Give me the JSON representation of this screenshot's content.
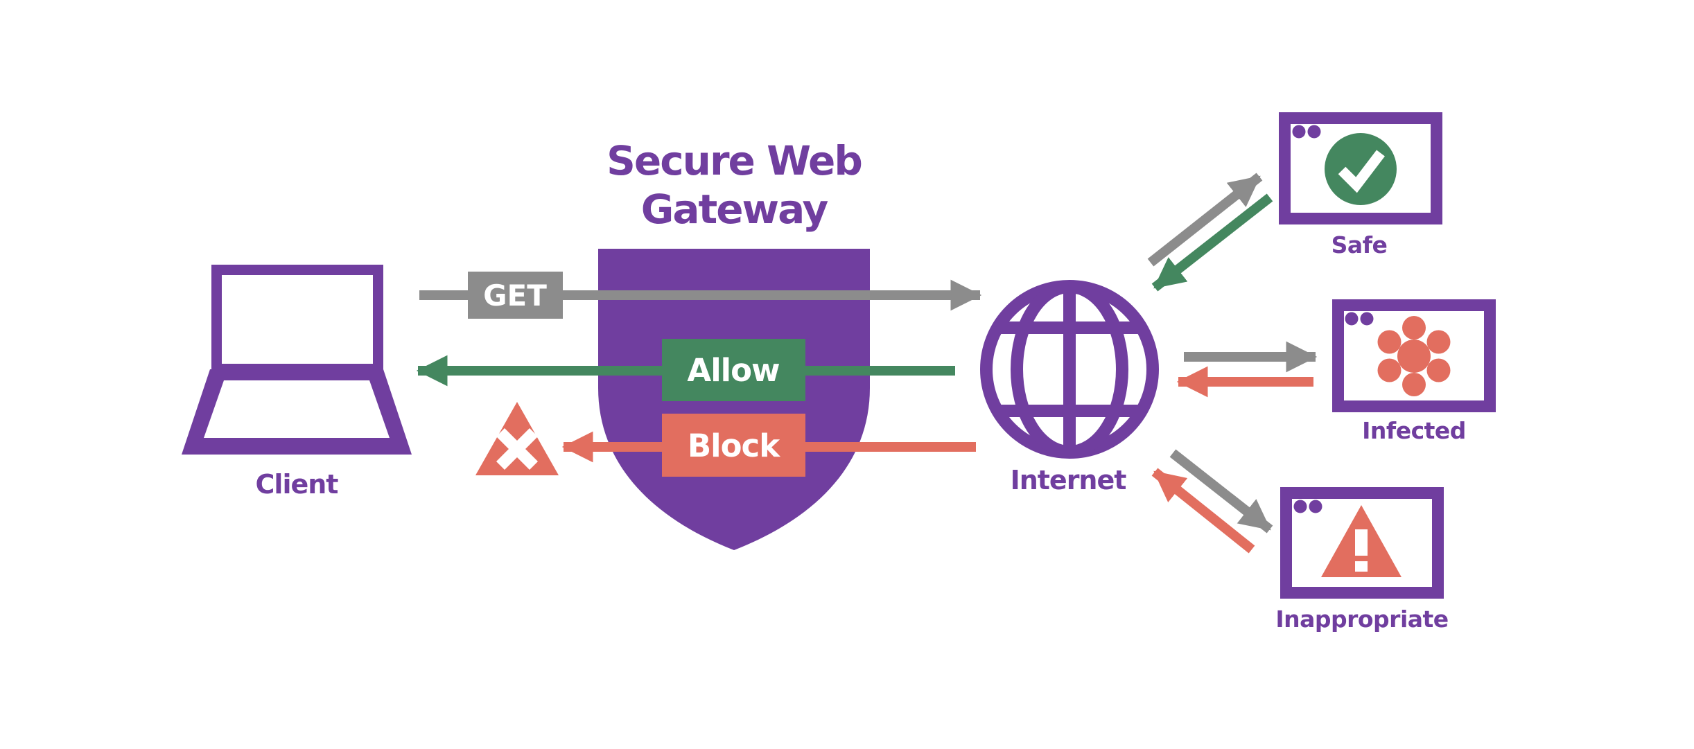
{
  "gateway": {
    "title_lines": [
      "Secure Web",
      "Gateway"
    ],
    "title": "Secure Web Gateway",
    "icon": "shield-icon",
    "request_label": "GET",
    "allow_label": "Allow",
    "block_label": "Block"
  },
  "client": {
    "label": "Client",
    "icon": "laptop-icon"
  },
  "internet": {
    "label": "Internet",
    "icon": "globe-icon"
  },
  "sites": [
    {
      "label": "Safe",
      "icon": "check-circle-icon",
      "status": "allowed",
      "accent": "#44875F"
    },
    {
      "label": "Infected",
      "icon": "virus-icon",
      "status": "blocked",
      "accent": "#E26E5F"
    },
    {
      "label": "Inappropriate",
      "icon": "warning-triangle-icon",
      "status": "blocked",
      "accent": "#E26E5F"
    }
  ],
  "arrows": [
    {
      "name": "get-request",
      "from": "client",
      "to": "internet",
      "color": "#8C8C8C"
    },
    {
      "name": "allow-response",
      "from": "internet",
      "to": "client",
      "color": "#44875F"
    },
    {
      "name": "block-response",
      "from": "internet",
      "to": "blocked-mark",
      "color": "#E26E5F"
    },
    {
      "name": "request-to-safe",
      "from": "internet",
      "to": "safe",
      "color": "#8C8C8C"
    },
    {
      "name": "response-from-safe",
      "from": "safe",
      "to": "internet",
      "color": "#44875F"
    },
    {
      "name": "request-to-infected",
      "from": "internet",
      "to": "infected",
      "color": "#8C8C8C"
    },
    {
      "name": "response-from-infected",
      "from": "infected",
      "to": "internet",
      "color": "#E26E5F"
    },
    {
      "name": "request-to-inappropriate",
      "from": "internet",
      "to": "inappropriate",
      "color": "#8C8C8C"
    },
    {
      "name": "response-from-inappropriate",
      "from": "inappropriate",
      "to": "internet",
      "color": "#E26E5F"
    }
  ],
  "colors": {
    "purple": "#703E9F",
    "gray": "#8C8C8C",
    "green": "#44875F",
    "coral": "#E26E5F",
    "white": "#FFFFFF",
    "background": "#FFFFFF"
  }
}
